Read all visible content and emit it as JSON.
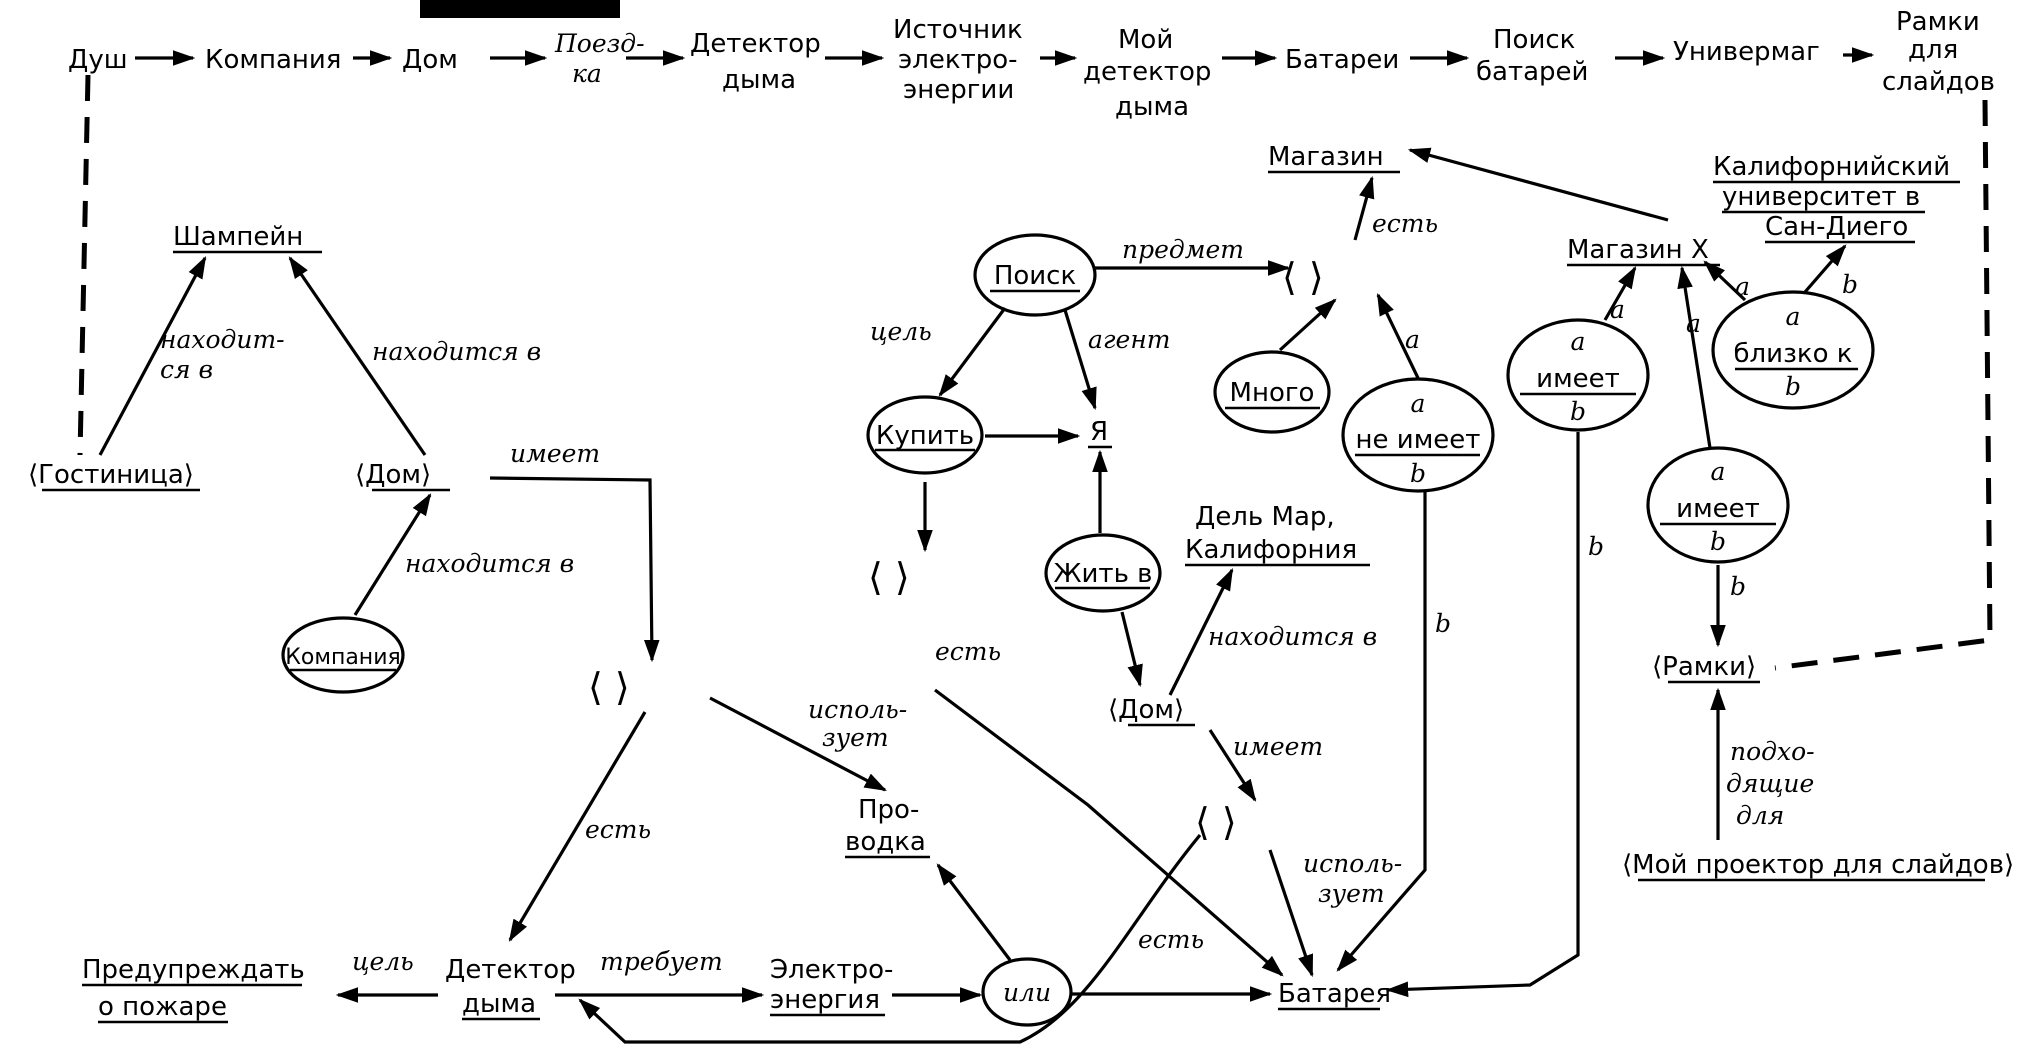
{
  "chain": {
    "dush": "Душ",
    "kompaniya": "Компания",
    "dom": "Дом",
    "poezdka_1": "Поезд-",
    "poezdka_2": "ка",
    "detektor_1": "Детектор",
    "detektor_2": "дыма",
    "istochnik_1": "Источник",
    "istochnik_2": "электро-",
    "istochnik_3": "энергии",
    "moy_1": "Мой",
    "moy_2": "детектор",
    "moy_3": "дыма",
    "batarei": "Батареи",
    "poisk_bat_1": "Поиск",
    "poisk_bat_2": "батарей",
    "univermag": "Универмаг",
    "ramki_sl_1": "Рамки",
    "ramki_sl_2": "для",
    "ramki_sl_3": "слайдов"
  },
  "nodes": {
    "shampeyn": "Шампейн",
    "gostinitsa": "⟨Гостиница⟩",
    "dom_left": "⟨Дом⟩",
    "kompaniya_oval": "Компания",
    "blank_mid": "⟨       ⟩",
    "blank_kupit": "⟨       ⟩",
    "blank_poisk": "⟨       ⟩",
    "blank_dom2": "⟨       ⟩",
    "poisk": "Поиск",
    "kupit": "Купить",
    "ya": "Я",
    "zhit_v": "Жить в",
    "mnogo": "Много",
    "magazin": "Магазин",
    "del_mar_1": "Дель Мар,",
    "del_mar_2": "Калифорния",
    "dom_right": "⟨Дом⟩",
    "magazin_x": "Магазин X",
    "kalif_1": "Калифорнийский",
    "kalif_2": "университет в",
    "kalif_3": "Сан-Диего",
    "ne_imeet": "не имеет",
    "imeet_oval": "имеет",
    "blizko_k": "близко к",
    "imeet_oval2": "имеет",
    "ramki": "⟨Рамки⟩",
    "proektor": "⟨Мой проектор для слайдов⟩",
    "provodka_1": "Про-",
    "provodka_2": "водка",
    "preduprezhdat_1": "Предупреждать",
    "preduprezhdat_2": "о пожаре",
    "detektor_1": "Детектор",
    "detektor_2": "дыма",
    "elektro_1": "Электро-",
    "elektro_2": "энергия",
    "ili": "или",
    "batareya": "Батарея",
    "a": "a",
    "b": "b"
  },
  "relations": {
    "nahoditsya_1": "находит-",
    "nahoditsya_2": "ся в",
    "nahoditsya_v": "находится в",
    "imeet": "имеет",
    "est": "есть",
    "ispolzuet_1": "исполь-",
    "ispolzuet_2": "зует",
    "tsel": "цель",
    "agent": "агент",
    "predmet": "предмет",
    "trebuet": "требует",
    "podhodyaschie_1": "подхо-",
    "podhodyaschie_2": "дящие",
    "podhodyaschie_3": "для"
  }
}
